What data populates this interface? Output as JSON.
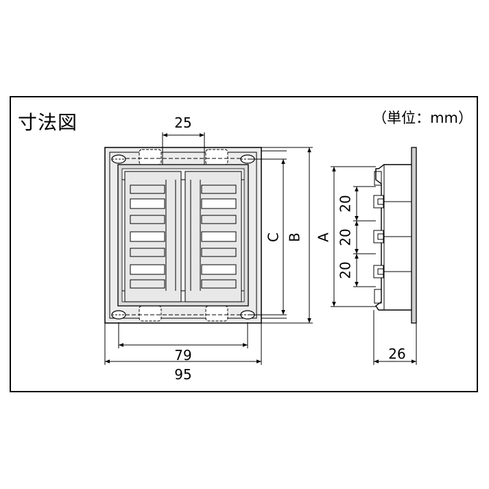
{
  "title": "寸法図",
  "unit_note": "（単位：mm）",
  "dimensions": {
    "top_spacing": "25",
    "inner_width": "79",
    "outer_width": "95",
    "height_c": "C",
    "height_b": "B",
    "height_a": "A",
    "pitch_1": "20",
    "pitch_2": "20",
    "pitch_3": "20",
    "depth": "26"
  },
  "colors": {
    "line": "#000000",
    "body_fill": "#e6e6e6",
    "panel_fill": "#ffffff"
  }
}
